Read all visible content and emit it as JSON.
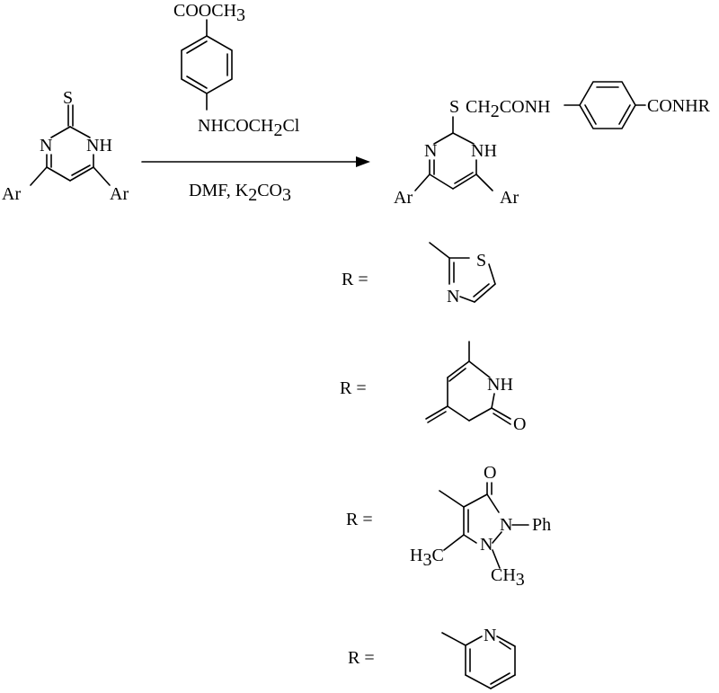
{
  "colors": {
    "ink": "#000000",
    "background": "#ffffff"
  },
  "reactant": {
    "atoms": {
      "thione_s": "S",
      "ring_n": "N",
      "ring_nh": "NH",
      "aryl_left": "Ar",
      "aryl_right": "Ar"
    }
  },
  "reagent": {
    "ester_group": {
      "main": "COOCH",
      "sub": "3"
    },
    "amide_group": {
      "main": "NHCOCH",
      "sub": "2",
      "tail": "Cl"
    }
  },
  "conditions": {
    "solvent": "DMF, K",
    "sub1": "2",
    "mid": "CO",
    "sub2": "3"
  },
  "product": {
    "linker": "S",
    "chain": "CH2CONH",
    "chain_main": "CH",
    "chain_sub": "2",
    "chain_tail": "CONH",
    "terminal": "CONHR",
    "atoms": {
      "ring_n": "N",
      "ring_nh": "NH",
      "aryl_left": "Ar",
      "aryl_right": "Ar"
    }
  },
  "substituents": {
    "r_label": "R =",
    "thiazole": {
      "s": "S",
      "n": "N"
    },
    "pyridinone": {
      "nh": "NH",
      "o": "O"
    },
    "pyrazolone": {
      "o": "O",
      "n2": "N",
      "ph": "Ph",
      "n1": "N",
      "h3c_main": "H",
      "h3c_sub": "3",
      "h3c_tail": "C",
      "ch3_main": "CH",
      "ch3_sub": "3"
    },
    "pyridine": {
      "n": "N"
    }
  }
}
